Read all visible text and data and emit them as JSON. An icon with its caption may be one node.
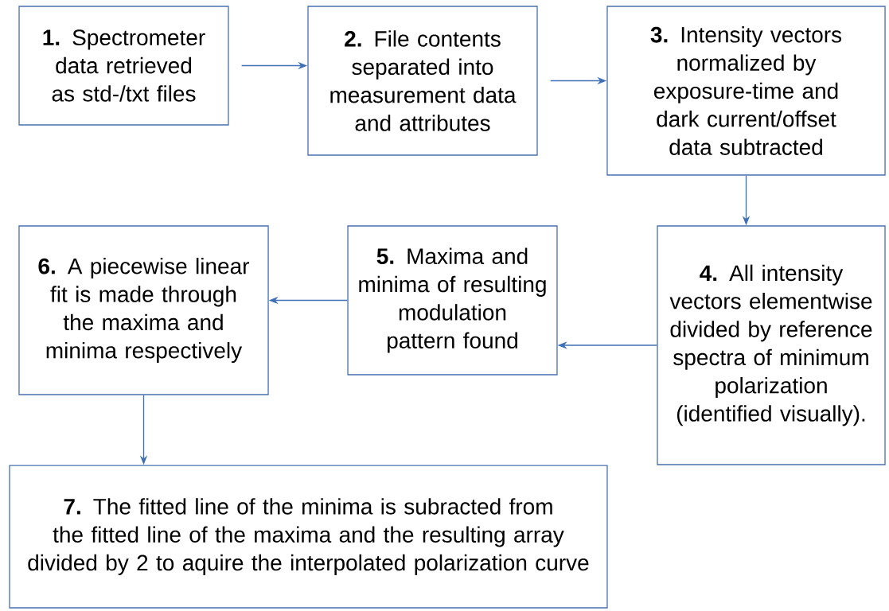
{
  "diagram": {
    "nodes": [
      {
        "text": [
          "**1.** Spectrometer data retrieved as std-/txt files"
        ]
      },
      {
        "text": [
          "**2.** File contents separated into measurement data and attributes"
        ]
      },
      {
        "text": [
          "**3.** Intensity vectors normalized by exposure-time and dark current/offset data subtracted"
        ]
      },
      {
        "text": [
          "**4.** All intensity vectors elementwise divided by reference spectra of minimum polarization (identified visually)."
        ]
      },
      {
        "text": [
          "**5.** Maxima and minima of resulting modulation pattern found"
        ]
      },
      {
        "text": [
          "**6.** A piecewise linear fit is made through the maxima and minima respectively"
        ]
      },
      {
        "text": [
          "**7.** The fitted line of the minima is subracted from the fitted line of the maxima and the resulting array divided by 2 to aquire the interpolated polarization curve"
        ]
      }
    ],
    "edges": [
      {
        "from": 0,
        "to": 1,
        "arrow": "to"
      },
      {
        "from": 1,
        "to": 2,
        "arrow": "to"
      },
      {
        "from": 2,
        "to": 3,
        "arrow": "to"
      },
      {
        "from": 3,
        "to": 4,
        "arrow": "to"
      },
      {
        "from": 4,
        "to": 5,
        "arrow": "to"
      },
      {
        "from": 5,
        "to": 6,
        "arrow": "to"
      }
    ]
  }
}
